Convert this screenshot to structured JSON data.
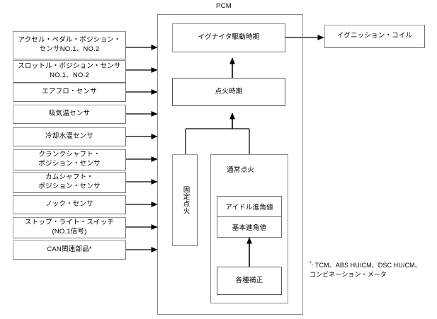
{
  "diagram": {
    "title": "PCM",
    "pcm_label": "PCM",
    "inputs": [
      {
        "label": "アクセル・ペダル・ポジション・\nセンサNO.1、NO.2"
      },
      {
        "label": "スロットル・ポジション・センサ\nNO.1、NO.2"
      },
      {
        "label": "エアフロ・センサ"
      },
      {
        "label": "吸気温センサ"
      },
      {
        "label": "冷却水温センサ"
      },
      {
        "label": "クランクシャフト・\nポジション・センサ"
      },
      {
        "label": "カムシャフト・\nポジション・センサ"
      },
      {
        "label": "ノック・センサ"
      },
      {
        "label": "ストップ・ライト・スイッチ\n(NO.1信号)"
      },
      {
        "label": "CAN関連部品*"
      }
    ],
    "pcm_blocks": {
      "igniter_drive_timing": "イグナイタ駆動時期",
      "ignition_timing": "点火時期",
      "fixed_ignition": "固定点火",
      "normal_ignition": "通常点火",
      "idle_advance_value": "アイドル進角値",
      "basic_advance_value": "基本進角値",
      "various_corrections": "各種補正"
    },
    "output": {
      "ignition_coil": "イグニッション・コイル"
    },
    "footnote": {
      "marker": "*",
      "text": ": TCM、ABS HU/CM、DSC HU/CM、\nコンビネーション・メータ"
    },
    "colors": {
      "line": "#000000",
      "box_border_light": "#9a9a9a",
      "box_border_dark": "#6e6e6e",
      "background": "#ffffff"
    }
  }
}
